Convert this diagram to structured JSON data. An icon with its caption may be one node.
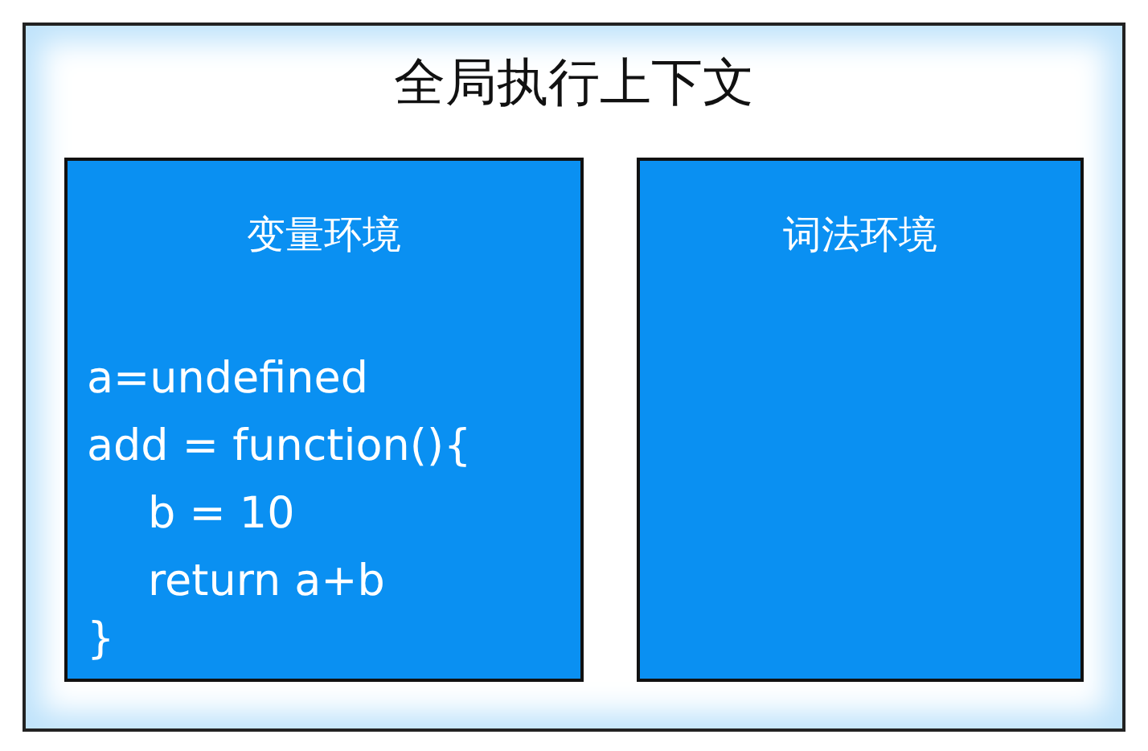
{
  "diagram": {
    "nodes": [
      {
        "text": [
          "全局执行上下文"
        ]
      },
      {
        "text": [
          "变量环境",
          "a=undefined",
          "add = function(){",
          "b = 10",
          "return a+b",
          "}"
        ],
        "in": 0
      },
      {
        "text": [
          "词法环境"
        ],
        "in": 0
      }
    ]
  }
}
